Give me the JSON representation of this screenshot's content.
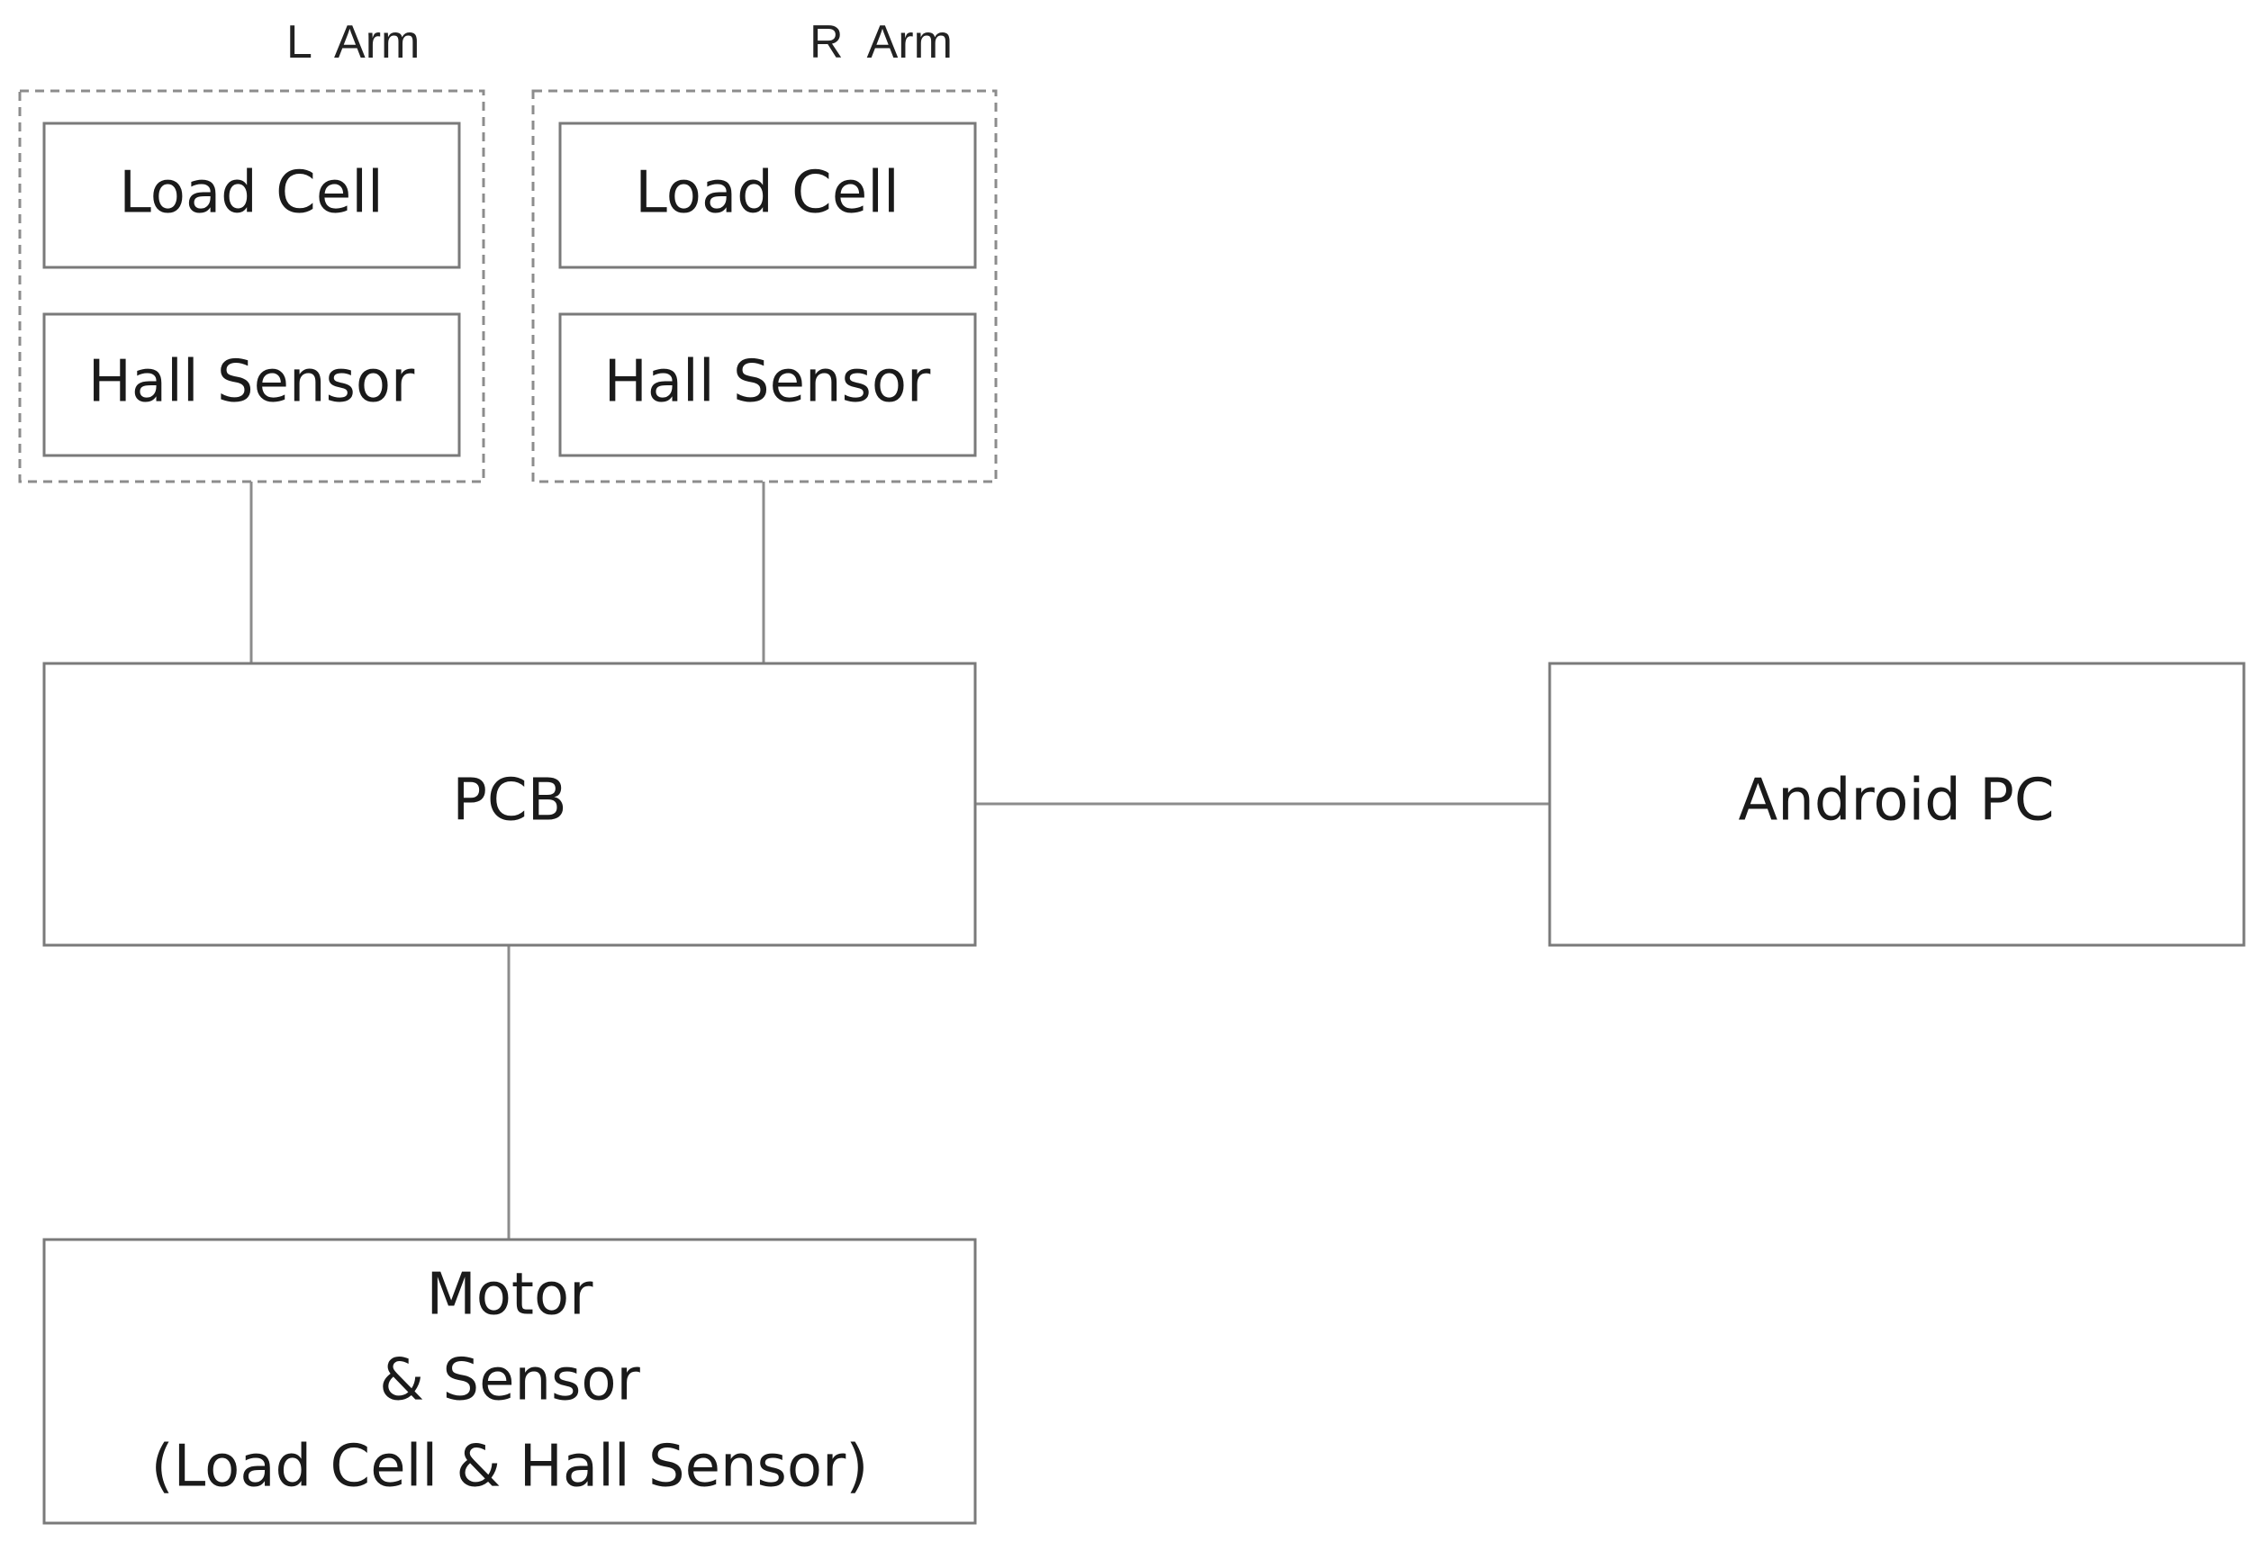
{
  "groups": {
    "left_arm": {
      "label": "L  Arm"
    },
    "right_arm": {
      "label": "R  Arm"
    }
  },
  "left_arm": {
    "load_cell": "Load Cell",
    "hall_sensor": "Hall Sensor"
  },
  "right_arm": {
    "load_cell": "Load Cell",
    "hall_sensor": "Hall Sensor"
  },
  "pcb": {
    "label": "PCB"
  },
  "android_pc": {
    "label": "Android PC"
  },
  "motor": {
    "line1": "Motor",
    "line2": "& Sensor",
    "line3": "(Load Cell & Hall Sensor)"
  },
  "colors": {
    "box_stroke": "#7a7a7a",
    "group_stroke": "#8c8c8c",
    "connector": "#8c8c8c",
    "text": "#1a1a1a"
  }
}
